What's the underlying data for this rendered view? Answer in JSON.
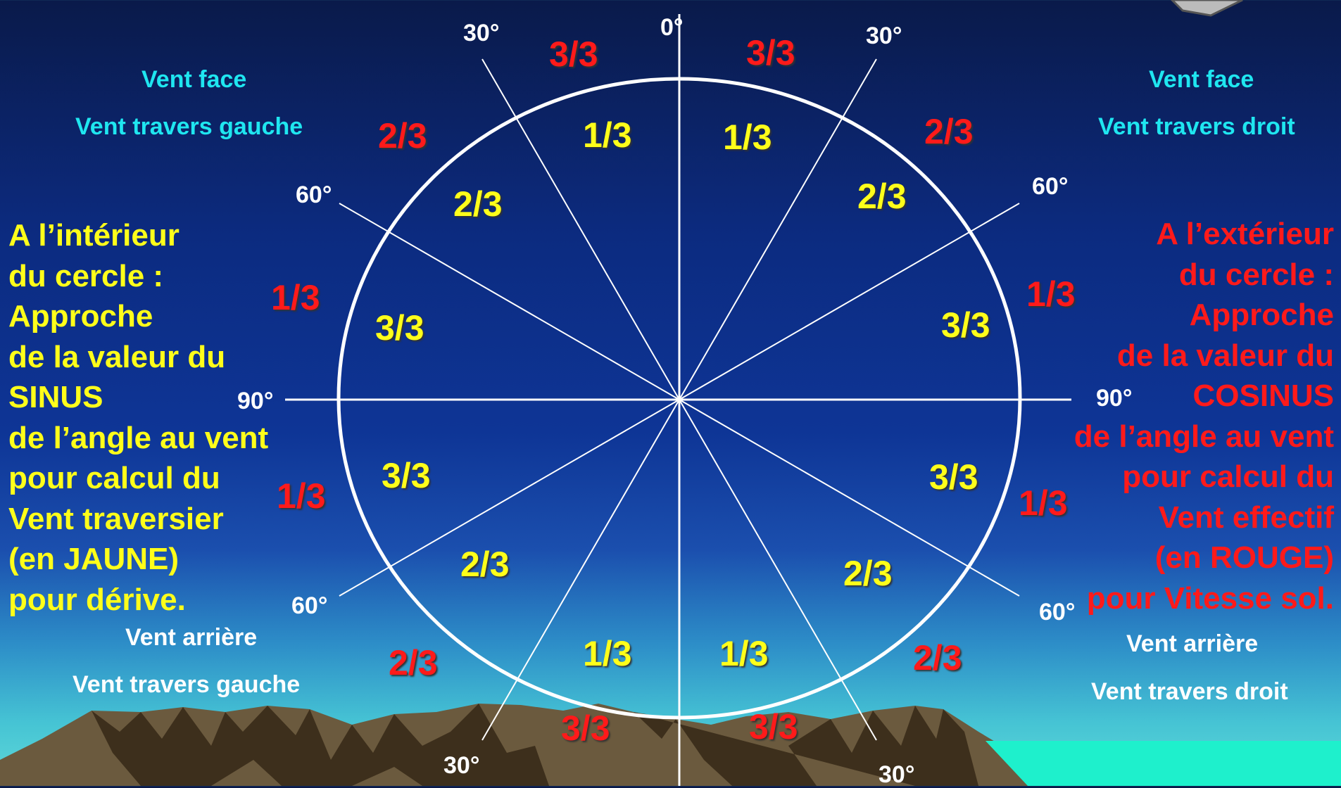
{
  "angles": {
    "top": "0°",
    "top_left_30": "30°",
    "top_right_30": "30°",
    "left_60_top": "60°",
    "right_60_top": "60°",
    "left_90": "90°",
    "right_90": "90°",
    "left_60_bottom": "60°",
    "right_60_bottom": "60°",
    "bottom_left_30": "30°",
    "bottom_right_30": "30°"
  },
  "inner_fractions": [
    "1/3",
    "1/3",
    "2/3",
    "2/3",
    "3/3",
    "3/3",
    "3/3",
    "3/3",
    "2/3",
    "2/3",
    "1/3",
    "1/3"
  ],
  "outer_fractions": [
    "3/3",
    "3/3",
    "2/3",
    "2/3",
    "1/3",
    "1/3",
    "1/3",
    "1/3",
    "2/3",
    "2/3",
    "3/3",
    "3/3"
  ],
  "quadrant_labels": {
    "top_left_line1": "Vent face",
    "top_left_line2": "Vent travers gauche",
    "top_right_line1": "Vent face",
    "top_right_line2": "Vent travers droit",
    "bottom_left_line1": "Vent arrière",
    "bottom_left_line2": "Vent travers gauche",
    "bottom_right_line1": "Vent arrière",
    "bottom_right_line2": "Vent travers droit"
  },
  "left_text": [
    "A l’intérieur",
    "du cercle :",
    "Approche",
    "de la valeur du",
    "SINUS",
    "de l’angle au vent",
    "pour calcul du",
    "Vent traversier",
    "(en JAUNE)",
    "pour dérive."
  ],
  "right_text": [
    "A l’extérieur",
    "du cercle :",
    "Approche",
    "de la valeur du",
    "COSINUS",
    "de l’angle au vent",
    "pour calcul du",
    "Vent effectif",
    "(en ROUGE)",
    "pour Vitesse sol."
  ],
  "colors": {
    "sinus_yellow": "#ffff1a",
    "cosinus_red": "#ff1a1a",
    "label_cyan": "#1fe6f0",
    "sky_top": "#0a1a4a",
    "sky_bottom": "#5fd8d8"
  }
}
